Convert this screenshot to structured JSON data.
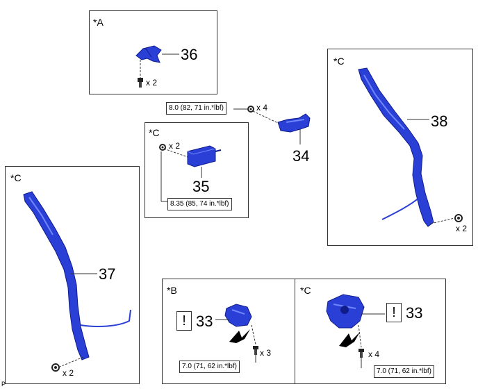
{
  "panels": {
    "A": {
      "tag": "*A",
      "part": "36",
      "qty": "x 2"
    },
    "C_top_right": {
      "tag": "*C",
      "part": "38",
      "qty": "x 2"
    },
    "C_middle": {
      "tag": "*C",
      "part": "35",
      "qty": "x 2",
      "torque": "8.35 (85, 74 in.*lbf)"
    },
    "C_left": {
      "tag": "*C",
      "part": "37",
      "qty": "x 2"
    },
    "B": {
      "tag": "*B",
      "part": "33",
      "warn": "!",
      "qty": "x 3",
      "torque": "7.0 (71, 62 in.*lbf)"
    },
    "C_bottom_right": {
      "tag": "*C",
      "part": "33",
      "warn": "!",
      "qty": "x 4",
      "torque": "7.0 (71, 62 in.*lbf)"
    }
  },
  "free": {
    "part": "34",
    "qty": "x 4",
    "torque": "8.0 (82, 71 in.*lbf)"
  },
  "footnote": "P",
  "colors": {
    "part_fill": "#2a3fd6",
    "part_dark": "#101c8c",
    "line": "#333333"
  }
}
